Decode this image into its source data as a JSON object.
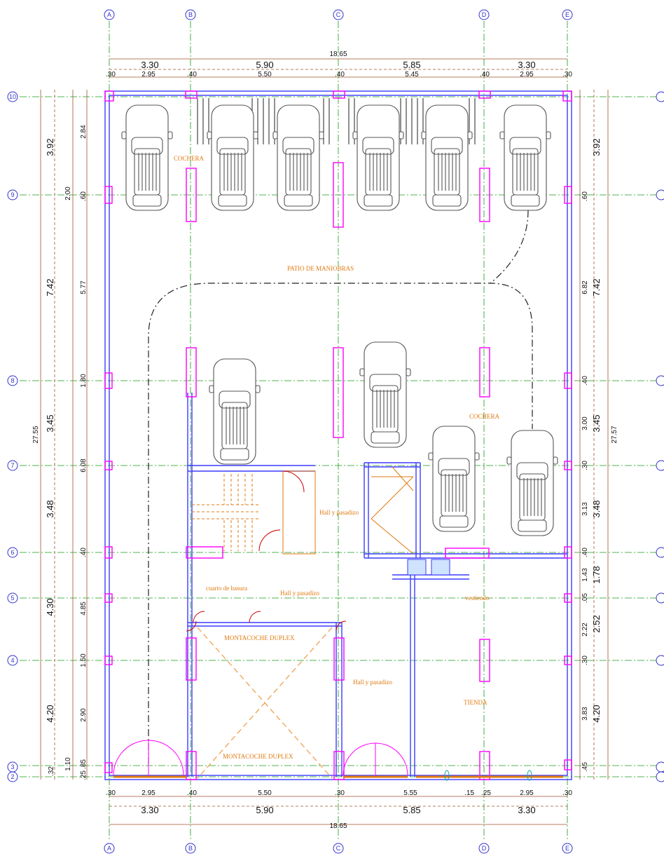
{
  "axes_columns": [
    "A",
    "B",
    "C",
    "D",
    "E"
  ],
  "axes_rows": [
    "10",
    "9",
    "8",
    "7",
    "6",
    "5",
    "4",
    "3",
    "2"
  ],
  "dims_top": {
    "total": "18.65",
    "bays": [
      "3.30",
      "5.90",
      "5.85",
      "3.30"
    ],
    "details": [
      ".30",
      "2.95",
      ".40",
      "5.50",
      ".40",
      "5.45",
      ".40",
      "2.95",
      ".30"
    ]
  },
  "dims_bottom": {
    "total": "18.65",
    "bays": [
      "3.30",
      "5.90",
      "5.85",
      "3.30"
    ],
    "details": [
      ".30",
      "2.95",
      ".40",
      "5.50",
      ".30",
      "5.55",
      ".15",
      ".25",
      "2.95",
      ".30"
    ]
  },
  "dims_left": {
    "total": "27.55",
    "bays": [
      "3.92",
      "7.42",
      "3.45",
      "3.48",
      "4.30",
      "4.20",
      ".32"
    ],
    "details": [
      "2.84",
      ".60",
      "2.00",
      "5.77",
      "1.80",
      "6.08",
      ".40",
      "4.85",
      "1.50",
      "2.90",
      ".85",
      "1.10",
      ".25"
    ]
  },
  "dims_right": {
    "total": "27.57",
    "bays": [
      "3.92",
      "7.42",
      "3.45",
      "3.48",
      "1.78",
      "2.52",
      "4.20"
    ],
    "details": [
      ".60",
      "6.82",
      ".40",
      "3.00",
      ".30",
      "3.13",
      ".40",
      "1.43",
      ".05",
      "2.22",
      ".30",
      "3.83",
      ".45"
    ]
  },
  "labels": {
    "cochera_top": "COCHERA",
    "patio": "PATIO DE MANIOBRAS",
    "cochera_mid": "COCHERA",
    "hall1": "Hall y pasadizo",
    "cuarto": "cuarto de basura",
    "hall2": "Hall y pasadizo",
    "montacoches1": "MONTACOCHE DUPLEX",
    "montacoches2": "MONTACOCHE DUPLEX",
    "hall3": "Hall y pasadizo",
    "tienda": "TIENDA",
    "vestidor": "vestiendo"
  },
  "colors": {
    "walls": "#3b3bff",
    "columns": "#ff00ff",
    "dimension_lines": "#a0522d",
    "axis_lines": "#1a9a1a",
    "labels": "#e07a10",
    "cars": "#555555"
  }
}
